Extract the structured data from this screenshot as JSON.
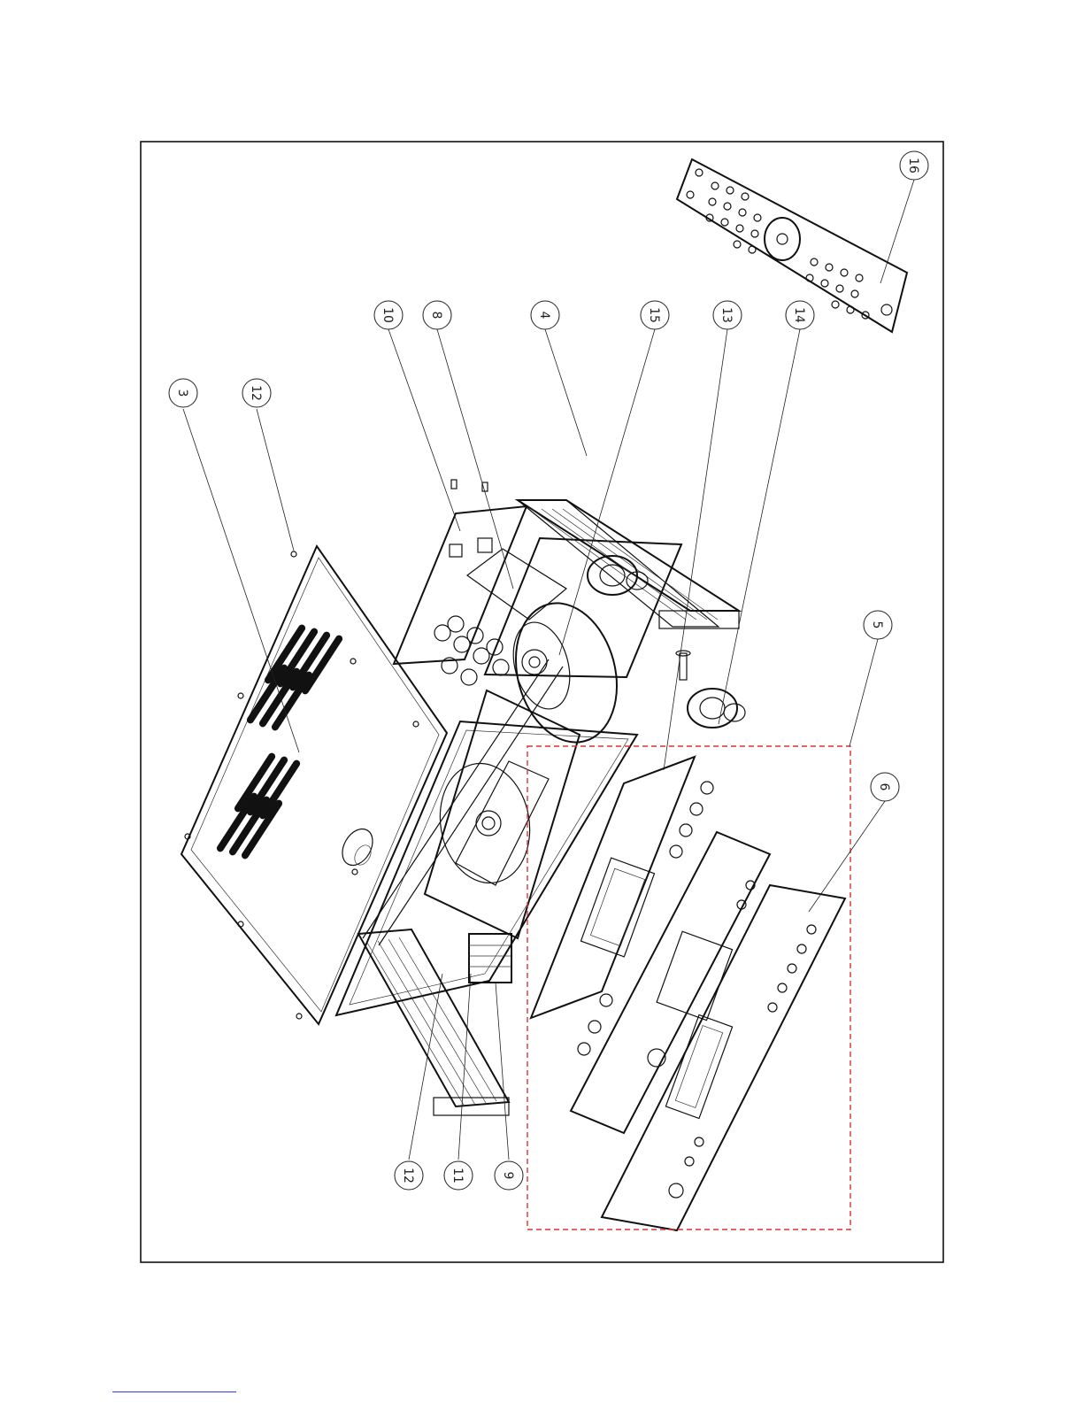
{
  "callouts": [
    {
      "label": "3"
    },
    {
      "label": "12"
    },
    {
      "label": "10"
    },
    {
      "label": "8"
    },
    {
      "label": "4"
    },
    {
      "label": "15"
    },
    {
      "label": "13"
    },
    {
      "label": "14"
    },
    {
      "label": "16"
    },
    {
      "label": "5"
    },
    {
      "label": "6"
    },
    {
      "label": "12"
    },
    {
      "label": "11"
    },
    {
      "label": "9"
    }
  ],
  "colors": {
    "line": "#111111",
    "highlight_box": "#e03030",
    "footer_rule": "#3a3aff"
  }
}
